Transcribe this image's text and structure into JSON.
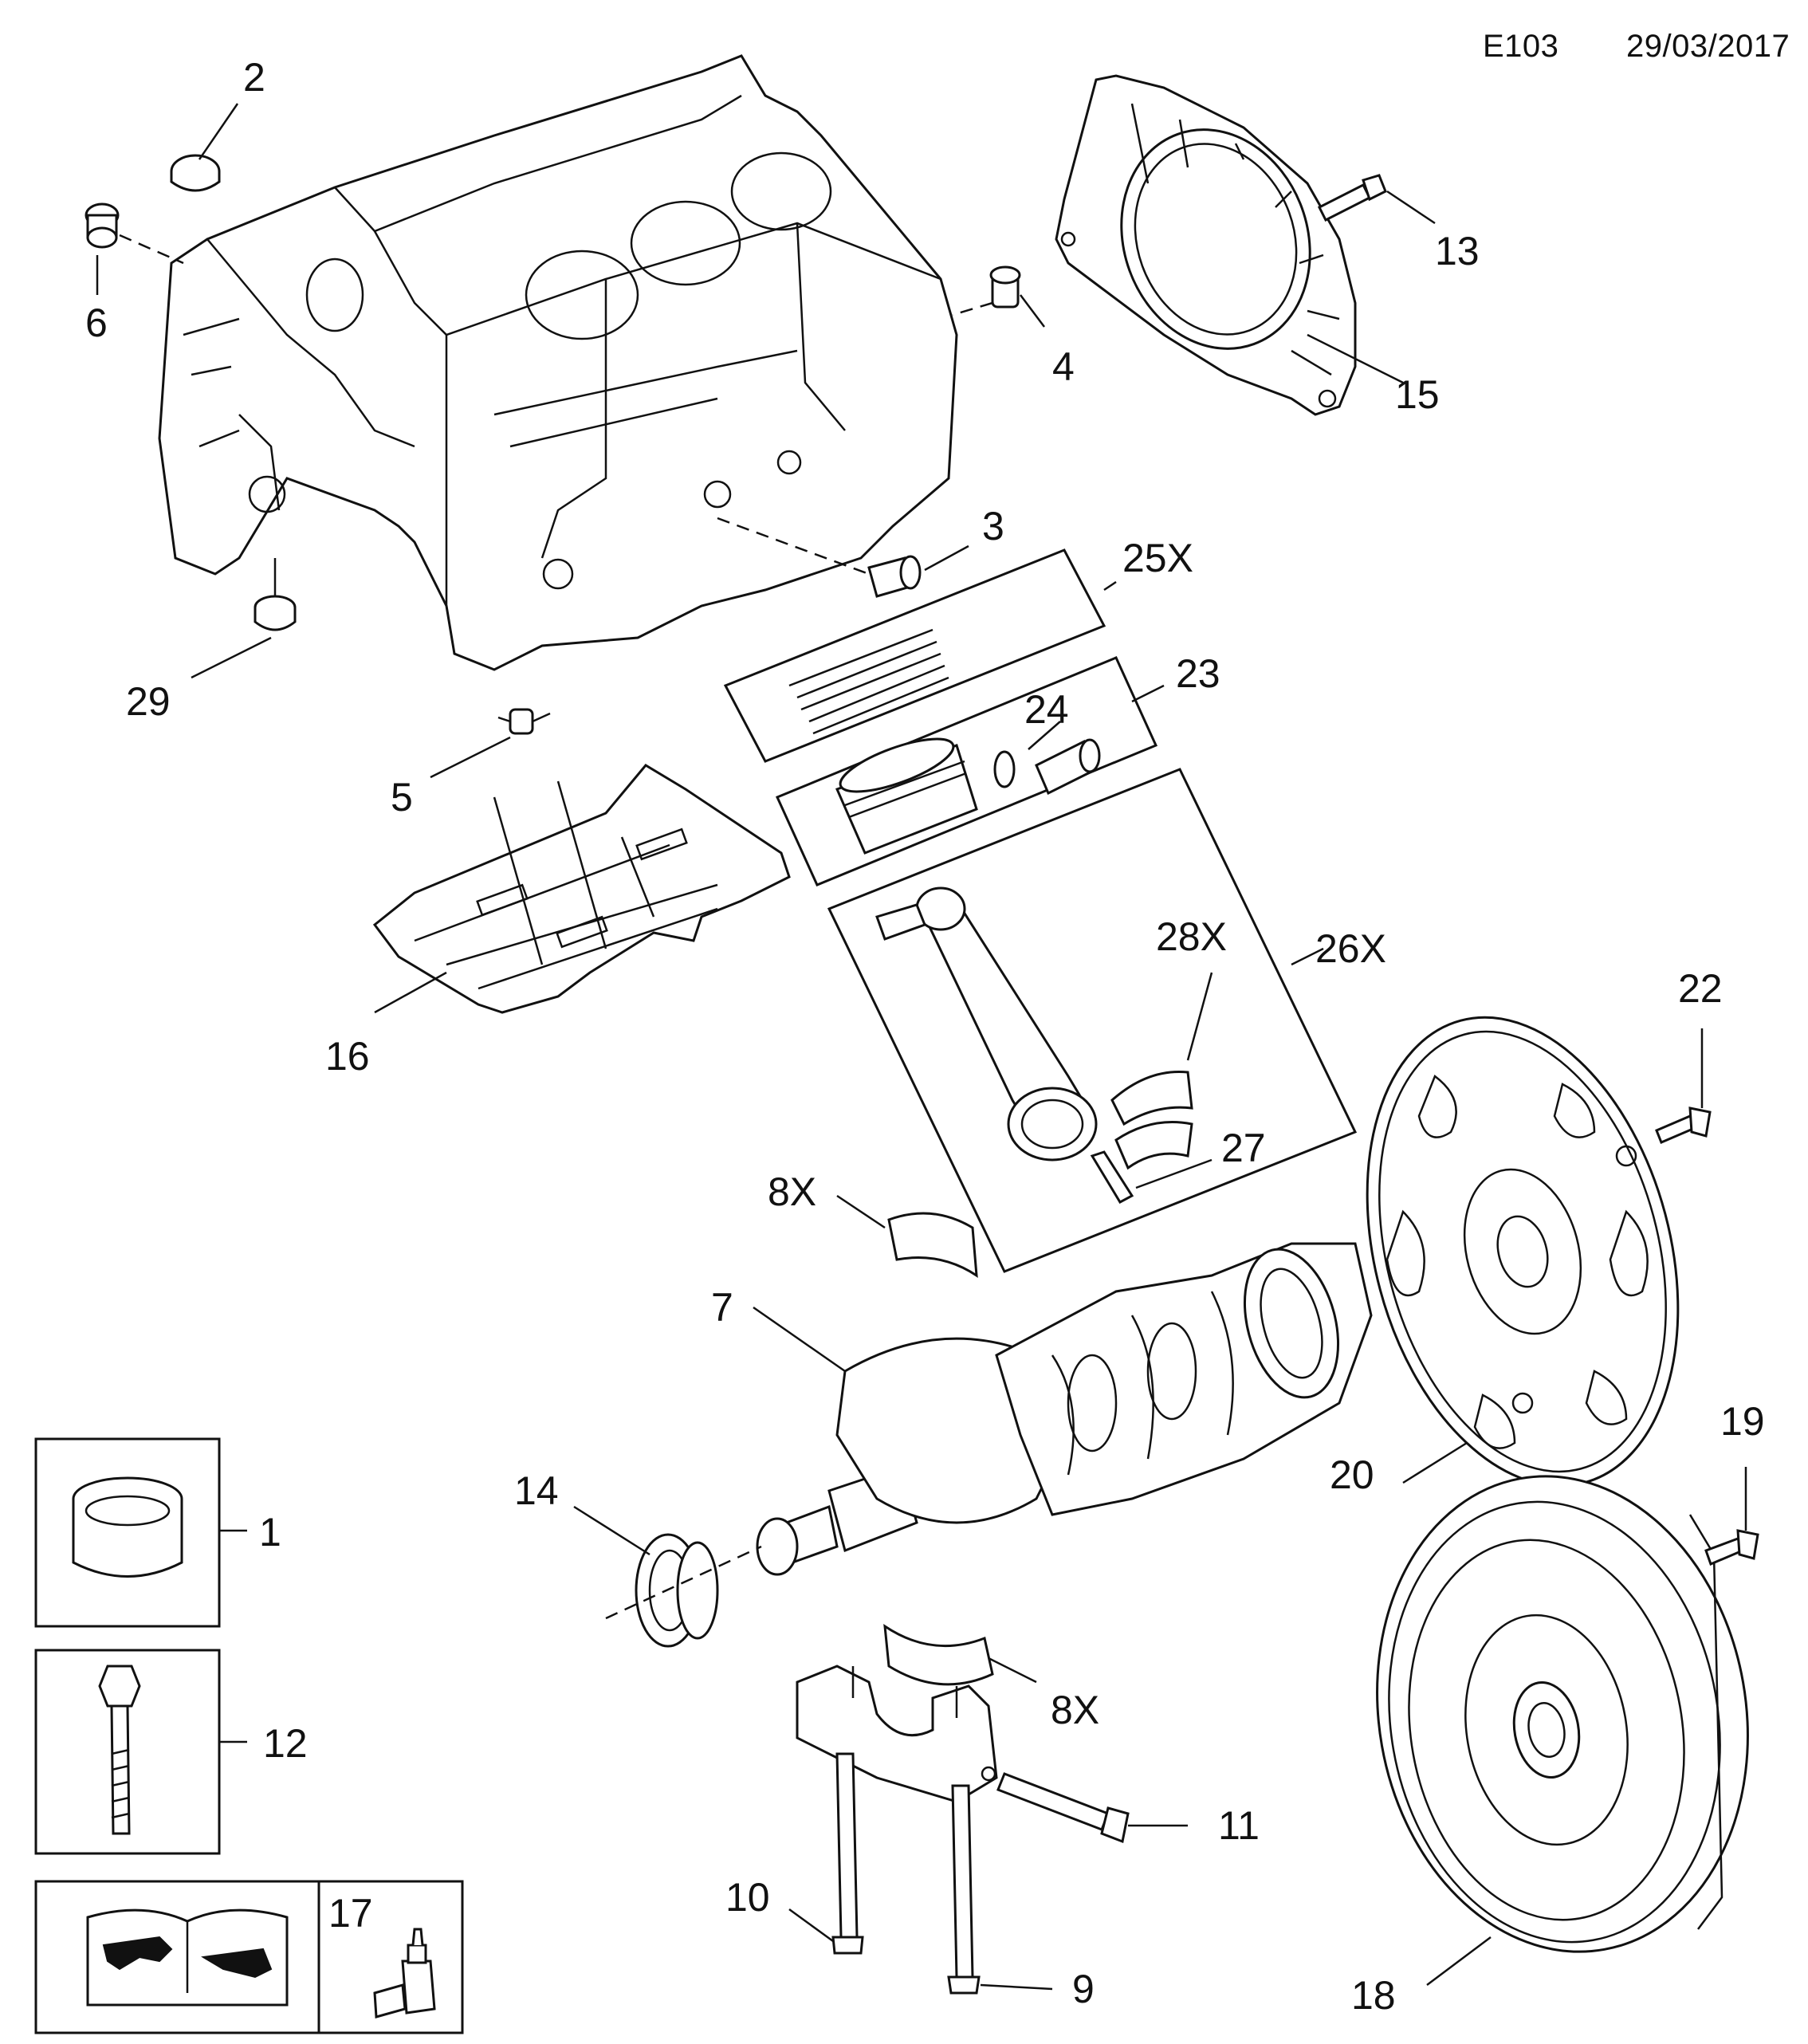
{
  "header": {
    "code": "E103",
    "date": "29/03/2017"
  },
  "callouts": {
    "c1": "1",
    "c2": "2",
    "c3": "3",
    "c4": "4",
    "c5": "5",
    "c6": "6",
    "c7": "7",
    "c8x_top": "8X",
    "c8x_bottom": "8X",
    "c9": "9",
    "c10": "10",
    "c11": "11",
    "c12": "12",
    "c13": "13",
    "c14": "14",
    "c15": "15",
    "c16": "16",
    "c17": "17",
    "c18": "18",
    "c19": "19",
    "c20": "20",
    "c22": "22",
    "c23": "23",
    "c24": "24",
    "c25x": "25X",
    "c26x": "26X",
    "c27": "27",
    "c28x": "28X",
    "c29": "29"
  }
}
